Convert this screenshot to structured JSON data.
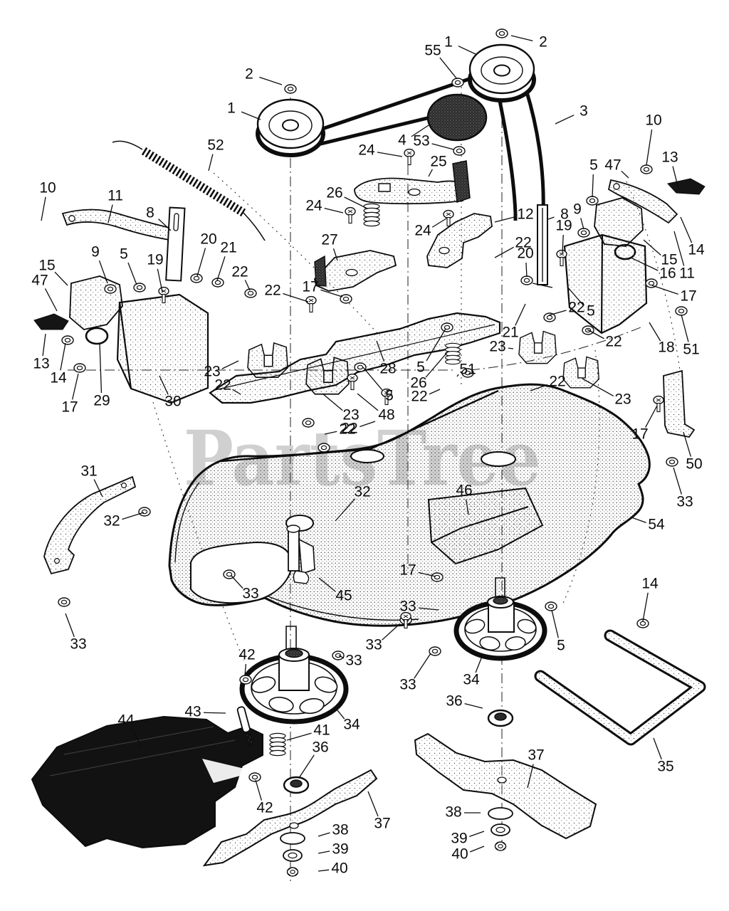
{
  "watermark": {
    "text": "PartsTree",
    "color": "#c8c8c8",
    "opacity": 0.85
  },
  "diagram": {
    "background": "#ffffff",
    "ink": "#0d0d0d",
    "kind": "exploded-parts-diagram",
    "subject": "mower-deck-housing-assembly"
  },
  "callouts": [
    [
      2,
      350,
      105,
      396,
      119
    ],
    [
      1,
      325,
      153,
      366,
      168
    ],
    [
      55,
      608,
      72,
      642,
      111
    ],
    [
      1,
      630,
      60,
      668,
      76
    ],
    [
      2,
      763,
      60,
      718,
      50
    ],
    [
      3,
      820,
      157,
      780,
      174
    ],
    [
      4,
      565,
      198,
      602,
      176
    ],
    [
      53,
      592,
      199,
      637,
      210
    ],
    [
      24,
      515,
      212,
      565,
      220
    ],
    [
      25,
      616,
      228,
      602,
      248
    ],
    [
      52,
      303,
      205,
      293,
      240
    ],
    [
      26,
      470,
      272,
      516,
      293
    ],
    [
      24,
      441,
      290,
      482,
      299
    ],
    [
      27,
      463,
      338,
      474,
      366
    ],
    [
      24,
      594,
      325,
      627,
      307
    ],
    [
      12,
      738,
      302,
      695,
      312
    ],
    [
      8,
      793,
      302,
      770,
      308
    ],
    [
      9,
      811,
      295,
      820,
      322
    ],
    [
      19,
      792,
      318,
      790,
      356
    ],
    [
      22,
      735,
      342,
      695,
      362
    ],
    [
      20,
      738,
      357,
      740,
      389
    ],
    [
      10,
      918,
      170,
      908,
      232
    ],
    [
      13,
      941,
      222,
      953,
      265
    ],
    [
      5,
      834,
      233,
      832,
      277
    ],
    [
      47,
      861,
      233,
      883,
      250
    ],
    [
      14,
      978,
      352,
      956,
      305
    ],
    [
      15,
      940,
      366,
      904,
      337
    ],
    [
      16,
      938,
      385,
      886,
      362
    ],
    [
      11,
      965,
      385,
      947,
      325
    ],
    [
      17,
      967,
      417,
      916,
      401
    ],
    [
      18,
      936,
      489,
      912,
      453
    ],
    [
      51,
      971,
      492,
      957,
      442
    ],
    [
      22,
      810,
      433,
      771,
      443
    ],
    [
      5,
      830,
      438,
      797,
      403
    ],
    [
      22,
      862,
      481,
      825,
      463
    ],
    [
      21,
      717,
      468,
      738,
      427
    ],
    [
      23,
      699,
      488,
      721,
      490
    ],
    [
      10,
      67,
      265,
      58,
      310
    ],
    [
      11,
      162,
      276,
      152,
      313
    ],
    [
      8,
      211,
      300,
      240,
      324
    ],
    [
      9,
      134,
      355,
      151,
      398
    ],
    [
      5,
      174,
      358,
      192,
      400
    ],
    [
      19,
      218,
      366,
      228,
      410
    ],
    [
      20,
      293,
      337,
      277,
      388
    ],
    [
      21,
      321,
      349,
      305,
      394
    ],
    [
      22,
      337,
      383,
      351,
      408
    ],
    [
      15,
      66,
      374,
      95,
      401
    ],
    [
      47,
      56,
      395,
      80,
      437
    ],
    [
      13,
      58,
      512,
      64,
      469
    ],
    [
      14,
      82,
      532,
      92,
      482
    ],
    [
      17,
      98,
      573,
      110,
      525
    ],
    [
      29,
      143,
      564,
      140,
      482
    ],
    [
      30,
      243,
      565,
      224,
      528
    ],
    [
      23,
      298,
      523,
      335,
      507
    ],
    [
      22,
      313,
      542,
      338,
      554
    ],
    [
      22,
      383,
      409,
      433,
      424
    ],
    [
      17,
      436,
      404,
      481,
      417
    ],
    [
      28,
      545,
      519,
      529,
      479
    ],
    [
      5,
      591,
      517,
      626,
      462
    ],
    [
      26,
      588,
      539,
      630,
      493
    ],
    [
      22,
      589,
      558,
      618,
      547
    ],
    [
      5,
      547,
      557,
      510,
      516
    ],
    [
      23,
      493,
      584,
      453,
      553
    ],
    [
      48,
      543,
      584,
      502,
      553
    ],
    [
      22,
      491,
      603,
      527,
      592
    ],
    [
      51,
      657,
      520,
      642,
      529
    ],
    [
      22,
      783,
      537,
      745,
      549
    ],
    [
      23,
      875,
      562,
      818,
      532
    ],
    [
      17,
      899,
      611,
      923,
      570
    ],
    [
      50,
      975,
      653,
      960,
      607
    ],
    [
      33,
      962,
      706,
      946,
      657
    ],
    [
      22,
      488,
      604,
      456,
      610
    ],
    [
      31,
      125,
      663,
      144,
      698
    ],
    [
      32,
      157,
      733,
      202,
      720
    ],
    [
      32,
      509,
      692,
      471,
      732
    ],
    [
      17,
      573,
      802,
      612,
      810
    ],
    [
      45,
      483,
      838,
      448,
      812
    ],
    [
      46,
      652,
      690,
      658,
      723
    ],
    [
      54,
      922,
      738,
      887,
      727
    ],
    [
      33,
      110,
      906,
      92,
      862
    ],
    [
      33,
      352,
      835,
      325,
      809
    ],
    [
      33,
      573,
      853,
      616,
      857
    ],
    [
      33,
      525,
      907,
      561,
      877
    ],
    [
      33,
      497,
      929,
      476,
      921
    ],
    [
      33,
      573,
      963,
      605,
      918
    ],
    [
      42,
      347,
      921,
      344,
      949
    ],
    [
      42,
      372,
      1136,
      359,
      1096
    ],
    [
      34,
      494,
      1019,
      470,
      993
    ],
    [
      34,
      662,
      956,
      678,
      920
    ],
    [
      5,
      788,
      908,
      775,
      857
    ],
    [
      14,
      913,
      821,
      903,
      873
    ],
    [
      36,
      638,
      986,
      678,
      995
    ],
    [
      36,
      450,
      1051,
      420,
      1093
    ],
    [
      41,
      452,
      1027,
      403,
      1040
    ],
    [
      43,
      271,
      1001,
      317,
      1002
    ],
    [
      44,
      177,
      1013,
      199,
      1050
    ],
    [
      35,
      935,
      1078,
      918,
      1037
    ],
    [
      37,
      753,
      1062,
      741,
      1107
    ],
    [
      37,
      537,
      1158,
      517,
      1112
    ],
    [
      38,
      478,
      1167,
      447,
      1175
    ],
    [
      39,
      478,
      1194,
      447,
      1199
    ],
    [
      40,
      477,
      1221,
      447,
      1224
    ],
    [
      38,
      637,
      1142,
      675,
      1142
    ],
    [
      39,
      645,
      1179,
      680,
      1168
    ],
    [
      40,
      646,
      1201,
      680,
      1189
    ]
  ]
}
